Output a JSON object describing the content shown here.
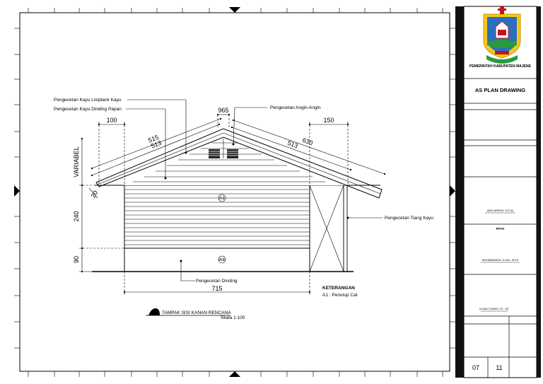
{
  "drawing": {
    "callouts": {
      "listplank": "Pengecetan Kayu Listplank Kayu",
      "dinding_papan": "Pengecetan Kayu Dinding Papan",
      "angin_angin": "Pengecetan Angin-Angin",
      "tiang_kayu": "Pengecetan Tiang Kayu",
      "dinding": "Pengecetan Dinding"
    },
    "dimensions": {
      "top_gable": "965",
      "left_eave": "100",
      "right_eave": "150",
      "roof_left_outer": "515",
      "roof_left_inner": "513",
      "roof_right_inner": "513",
      "roof_right_outer": "630",
      "variabel": "VARIABEL",
      "small": "20",
      "wall_height": "240",
      "plinth_height": "90",
      "total_width": "715"
    },
    "material_tags": {
      "upper": "A1",
      "lower": "A1"
    },
    "legend": {
      "heading": "KETERANGAN",
      "item": "A1 : Penutup Cat"
    },
    "view_title": "TAMPAK SISI KANAN RENCANA",
    "view_scale": "Skala 1:100"
  },
  "title_block": {
    "agency": "PEMERINTAH KABUPATEN MAJENE",
    "drawing_type": "AS PLAN DRAWING",
    "signer_1": "ANDI ARIFAH, S.E.Ak",
    "role_pptk": "PPTK",
    "signer_2": "MUHAMMADIN, S.Sos., M.Pd",
    "signer_3": "ILHAM TUHNIS, ST., MT",
    "sheet_no": "07",
    "sheet_total": "11"
  }
}
